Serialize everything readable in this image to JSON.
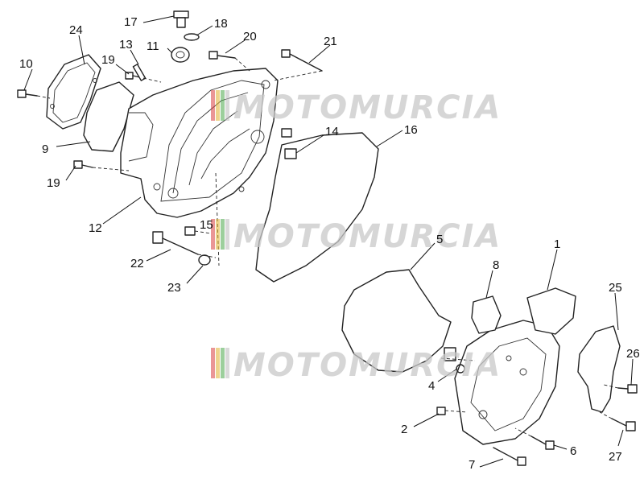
{
  "watermark": {
    "text": "MOTOMURCIA",
    "colors": [
      "#d94040",
      "#e0b030",
      "#4aa84a",
      "#bbbbbb"
    ]
  },
  "callouts": [
    "1",
    "2",
    "4",
    "5",
    "6",
    "7",
    "8",
    "9",
    "10",
    "11",
    "12",
    "13",
    "14",
    "15",
    "16",
    "17",
    "18",
    "19",
    "19b",
    "20",
    "21",
    "22",
    "23",
    "24",
    "25",
    "26",
    "27"
  ],
  "labels": {
    "1": "1",
    "2": "2",
    "4": "4",
    "5": "5",
    "6": "6",
    "7": "7",
    "8": "8",
    "9": "9",
    "10": "10",
    "11": "11",
    "12": "12",
    "13": "13",
    "14": "14",
    "15": "15",
    "16": "16",
    "17": "17",
    "18": "18",
    "19": "19",
    "19b": "19",
    "20": "20",
    "21": "21",
    "22": "22",
    "23": "23",
    "24": "24",
    "25": "25",
    "26": "26",
    "27": "27"
  }
}
